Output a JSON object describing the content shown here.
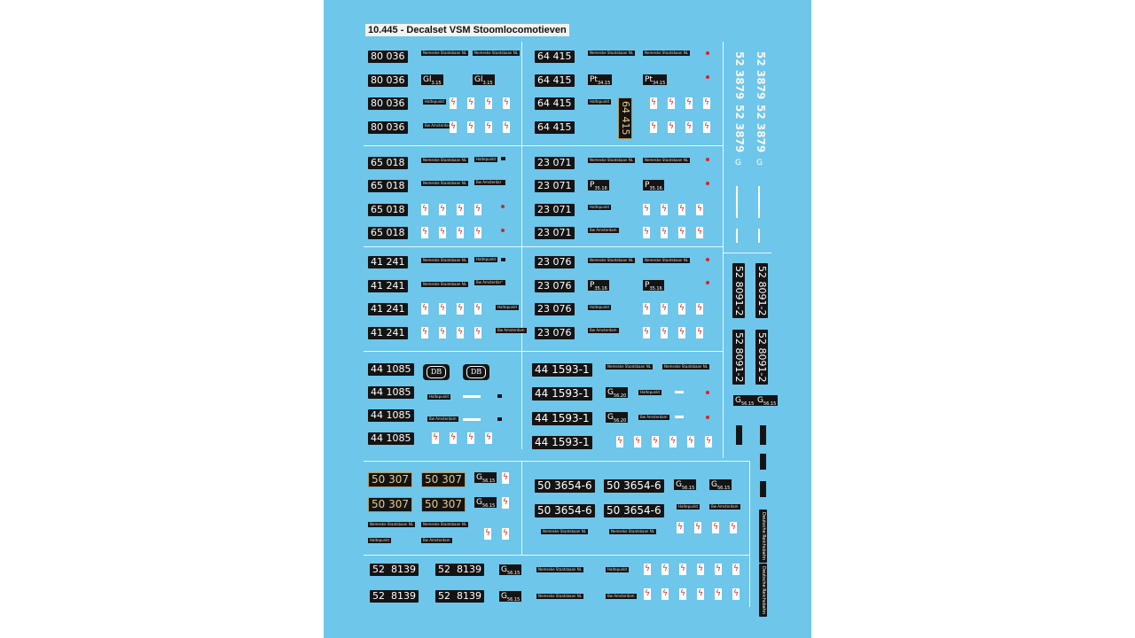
{
  "title": "10.445 - Decalset VSM Stoomlocomotieven",
  "colors": {
    "sheet": "#6ec6ea",
    "plate": "#141414",
    "bolt_red": "#d42020",
    "brass": "#e8c98a"
  },
  "icons": {
    "bolt": "lightning-bolt-icon",
    "db": "db-logo-icon",
    "lamp": "red-dot-icon"
  },
  "bolt_glyph": "ϟ",
  "s1": {
    "n": "80 036",
    "cls": "Gl",
    "cls_sub": "3.15"
  },
  "s2": {
    "n": "64 415",
    "cls": "Pt",
    "cls_sub": "34.15",
    "vert": "64 415"
  },
  "s3": {
    "n": "65 018"
  },
  "s4": {
    "n": "23 071",
    "cls": "P",
    "cls_sub": "35.16"
  },
  "s5": {
    "n": "41 241"
  },
  "s6": {
    "n": "23 076",
    "cls": "P",
    "cls_sub": "35.16"
  },
  "s7": {
    "n": "44 1085",
    "db": "DB"
  },
  "s8": {
    "n": "44 1593-1",
    "cls": "G",
    "cls_sub": "56.20"
  },
  "s9": {
    "n": "50 307",
    "cls": "G",
    "cls_sub": "56.15"
  },
  "s10": {
    "n": "50 3654-6",
    "cls": "G",
    "cls_sub": "56.15"
  },
  "s11": {
    "n1": "52",
    "n2": "8139",
    "cls": "G",
    "cls_sub": "56.15"
  },
  "right": {
    "vert_white": "52 3879",
    "vert_plate": "52 8091-2",
    "cls": "G",
    "cls_sub": "56.15"
  },
  "small": {
    "nameplate": "Nemeske Staatsbaan NL",
    "plate2": "Haltepunkt",
    "plate3": "Bw Amsterdam",
    "rail": "Deutsche Reichsbahn"
  }
}
